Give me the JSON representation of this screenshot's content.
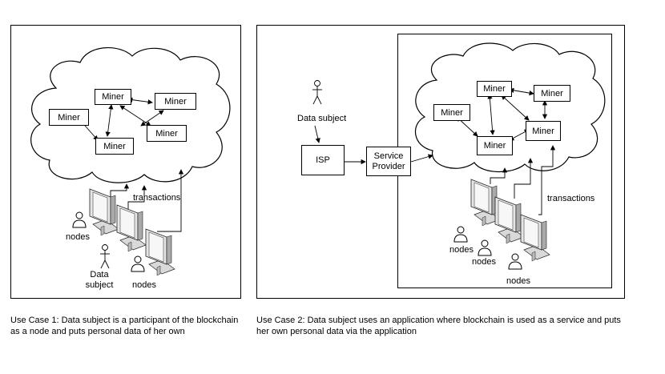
{
  "miner_label": "Miner",
  "case1": {
    "transactions": "transactions",
    "nodes_label_1": "nodes",
    "nodes_label_2": "nodes",
    "data_subject": "Data\nsubject",
    "caption": "Use Case 1: Data subject is a participant of the blockchain as a node and puts personal data of her own"
  },
  "case2": {
    "data_subject": "Data subject",
    "isp": "ISP",
    "service_provider": "Service\nProvider",
    "transactions": "transactions",
    "nodes_label_1": "nodes",
    "nodes_label_2": "nodes",
    "nodes_label_3": "nodes",
    "caption": "Use Case 2: Data subject uses an application where blockchain is used as a service and puts her own personal data via the application"
  }
}
